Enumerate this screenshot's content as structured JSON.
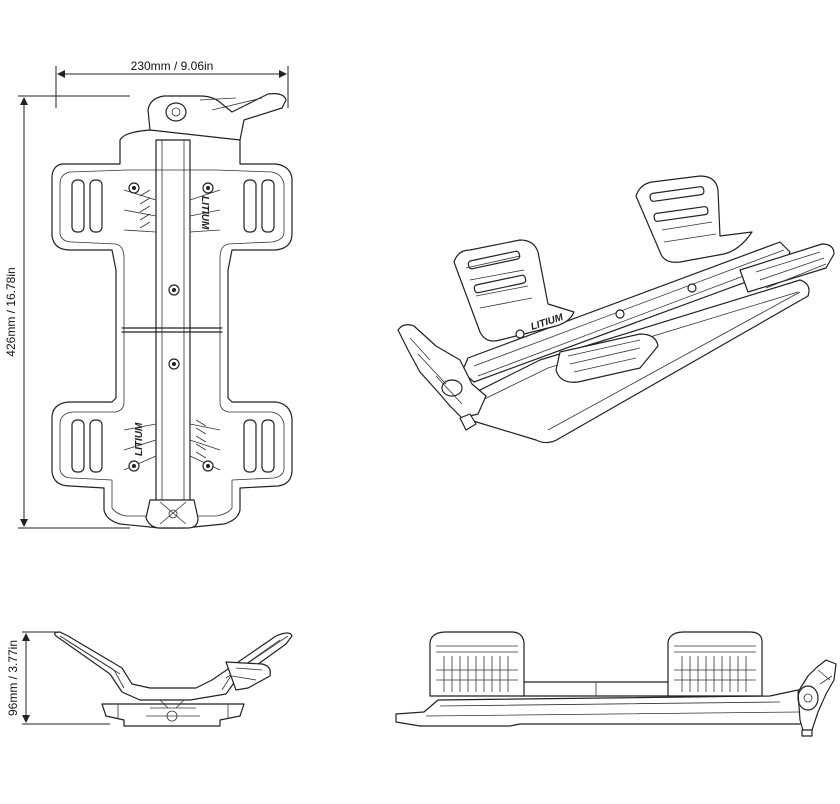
{
  "dimensions": {
    "width": "230mm / 9.06in",
    "length": "426mm / 16.78in",
    "height": "96mm / 3.77in"
  },
  "brand": {
    "logo_text": "LITIUM"
  },
  "views": [
    "top-view",
    "isometric-view",
    "front-view",
    "side-view"
  ]
}
